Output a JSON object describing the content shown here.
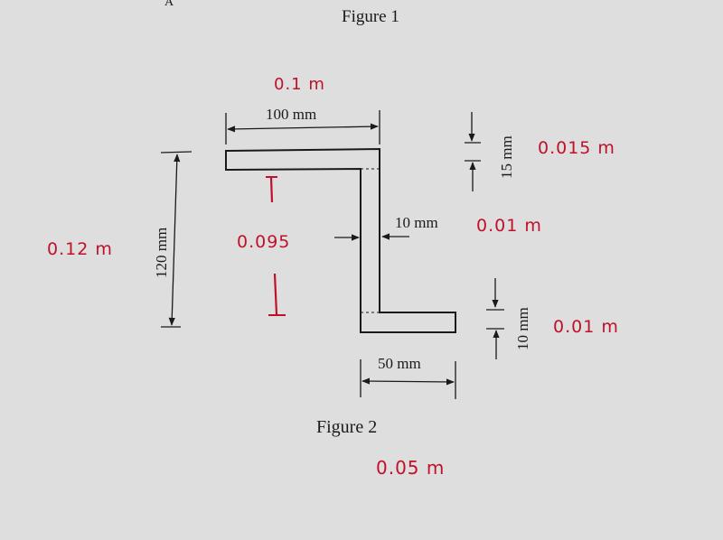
{
  "page": {
    "header_fragment": "A",
    "figure1_caption": "Figure 1",
    "figure2_caption": "Figure 2"
  },
  "dimensions": {
    "top_width": "100 mm",
    "height": "120 mm",
    "top_flange_thickness": "15 mm",
    "web_thickness": "10 mm",
    "bottom_flange_thickness": "10 mm",
    "bottom_width": "50 mm"
  },
  "handwritten": {
    "top_width": "0.1 m",
    "height": "0.12 m",
    "web_length": "0.095",
    "top_flange_thickness": "0.015 m",
    "web_thickness": "0.01 m",
    "bottom_flange_thickness": "0.01 m",
    "bottom_width": "0.05 m"
  },
  "colors": {
    "paper": "#dcdcdc",
    "ink": "#1a1a1a",
    "handwriting": "#c0102a"
  }
}
